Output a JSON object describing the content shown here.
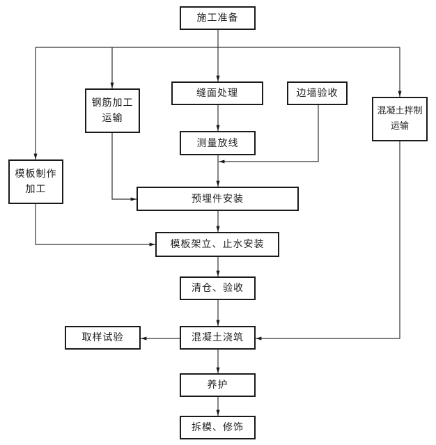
{
  "diagram": {
    "type": "flowchart",
    "line_color": "#333333",
    "nodes": {
      "prep": "施工准备",
      "rebar": "钢筋加工\n运输",
      "joint": "缝面处理",
      "sidewall": "边墙验收",
      "concrete_mix": "混凝土拌制\n运输",
      "survey": "测量放线",
      "formwork_make": "模板制作\n加工",
      "embed": "预埋件安装",
      "formwork_erect": "模板架立、止水安装",
      "clean": "清仓、验收",
      "pour": "混凝土浇筑",
      "sample": "取样试验",
      "cure": "养护",
      "strip": "拆模、修饰"
    },
    "edges": [
      {
        "from": "prep",
        "to": "rebar"
      },
      {
        "from": "prep",
        "to": "joint"
      },
      {
        "from": "prep",
        "to": "concrete_mix"
      },
      {
        "from": "prep",
        "to": "formwork_make"
      },
      {
        "from": "joint",
        "to": "survey"
      },
      {
        "from": "sidewall",
        "to": "embed"
      },
      {
        "from": "survey",
        "to": "embed"
      },
      {
        "from": "rebar",
        "to": "embed"
      },
      {
        "from": "embed",
        "to": "formwork_erect"
      },
      {
        "from": "formwork_make",
        "to": "formwork_erect"
      },
      {
        "from": "formwork_erect",
        "to": "clean"
      },
      {
        "from": "clean",
        "to": "pour"
      },
      {
        "from": "concrete_mix",
        "to": "pour"
      },
      {
        "from": "pour",
        "to": "sample"
      },
      {
        "from": "pour",
        "to": "cure"
      },
      {
        "from": "cure",
        "to": "strip"
      }
    ]
  }
}
